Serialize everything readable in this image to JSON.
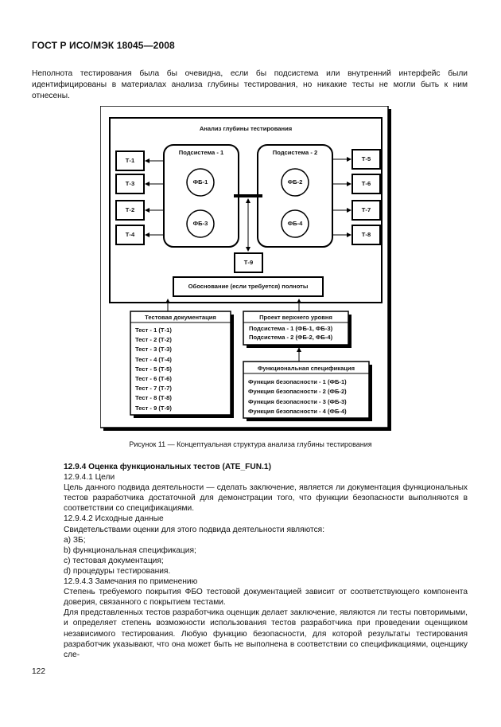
{
  "header": "ГОСТ Р ИСО/МЭК 18045—2008",
  "intro_text": "Неполнота тестирования была бы очевидна, если бы подсистема или внутренний интерфейс были идентифицированы в материалах анализа глубины тестирования, но никакие тесты не могли быть к ним отнесены.",
  "diagram": {
    "outer_title": "Анализ глубины тестирования",
    "subsystem1": {
      "title": "Подсистема - 1",
      "fb": [
        "ФБ-1",
        "ФБ-3"
      ]
    },
    "subsystem2": {
      "title": "Подсистема - 2",
      "fb": [
        "ФБ-2",
        "ФБ-4"
      ]
    },
    "left_tests": [
      "Т-1",
      "Т-3",
      "Т-2",
      "Т-4"
    ],
    "right_tests": [
      "Т-5",
      "Т-6",
      "Т-7",
      "Т-8"
    ],
    "center_test": "Т-9",
    "justification": "Обоснование (если требуется) полноты",
    "test_docs": {
      "title": "Тестовая документация",
      "items": [
        "Тест - 1 (Т-1)",
        "Тест - 2 (Т-2)",
        "Тест - 3 (Т-3)",
        "Тест - 4 (Т-4)",
        "Тест - 5 (Т-5)",
        "Тест - 6 (Т-6)",
        "Тест - 7 (Т-7)",
        "Тест - 8 (Т-8)",
        "Тест - 9 (Т-9)"
      ]
    },
    "high_level_design": {
      "title": "Проект верхнего уровня",
      "items": [
        "Подсистема - 1 (ФБ-1, ФБ-3)",
        "Подсистема - 2 (ФБ-2, ФБ-4)"
      ]
    },
    "functional_spec": {
      "title": "Функциональная спецификация",
      "items": [
        "Функция безопасности - 1 (ФБ-1)",
        "Функция безопасности - 2 (ФБ-2)",
        "Функция безопасности - 3 (ФБ-3)",
        "Функция безопасности - 4 (ФБ-4)"
      ]
    }
  },
  "caption": "Рисунок 11 — Концептуальная структура анализа глубины тестирования",
  "section_title": "12.9.4 Оценка функциональных тестов (ATE_FUN.1)",
  "s1_title": "12.9.4.1 Цели",
  "s1_text": "Цель данного подвида деятельности — сделать заключение, является ли документация функциональных тестов разработчика достаточной для демонстрации того, что функции безопасности выполняются в соответствии со спецификациями.",
  "s2_title": "12.9.4.2 Исходные данные",
  "s2_intro": "Свидетельствами оценки для этого подвида деятельности являются:",
  "s2_items": [
    "а) ЗБ;",
    "b) функциональная спецификация;",
    "c) тестовая документация;",
    "d) процедуры тестирования."
  ],
  "s3_title": "12.9.4.3 Замечания по применению",
  "s3_text1": "Степень требуемого покрытия ФБО тестовой документацией зависит от соответствующего компонента доверия, связанного с покрытием тестами.",
  "s3_text2": "Для представленных тестов разработчика оценщик делает заключение, являются ли тесты повторимыми, и определяет степень возможности использования тестов разработчика при проведении оценщиком независимого тестирования. Любую функцию безопасности, для которой результаты тестирования разработчик указывают, что она может быть не выполнена в соответствии со спецификациями, оценщику сле-",
  "page_number": "122"
}
